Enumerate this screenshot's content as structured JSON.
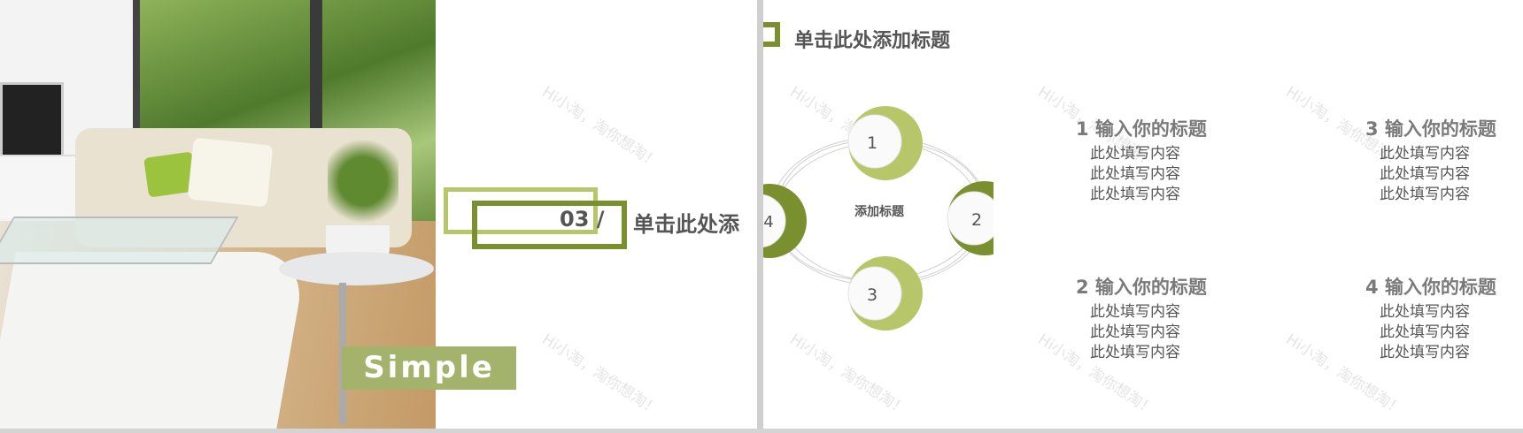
{
  "colors": {
    "dark_green": "#7a8f2e",
    "light_green": "#b8c66a",
    "simple_box": "#a3b36c",
    "text_gray": "#555555"
  },
  "left_slide": {
    "badge_text": "Simple",
    "section_number": "03 /",
    "section_title": "单击此处添"
  },
  "right_slide": {
    "title": "单击此处添加标题",
    "diagram": {
      "center_label": "添加标题",
      "nodes": [
        "1",
        "2",
        "3",
        "4"
      ]
    },
    "items": [
      {
        "title": "1 输入你的标题",
        "lines": [
          "此处填写内容",
          "此处填写内容",
          "此处填写内容"
        ]
      },
      {
        "title": "2 输入你的标题",
        "lines": [
          "此处填写内容",
          "此处填写内容",
          "此处填写内容"
        ]
      },
      {
        "title": "3 输入你的标题",
        "lines": [
          "此处填写内容",
          "此处填写内容",
          "此处填写内容"
        ]
      },
      {
        "title": "4 输入你的标题",
        "lines": [
          "此处填写内容",
          "此处填写内容",
          "此处填写内容"
        ]
      }
    ]
  },
  "watermark": "Hi小淘，淘你想淘！"
}
